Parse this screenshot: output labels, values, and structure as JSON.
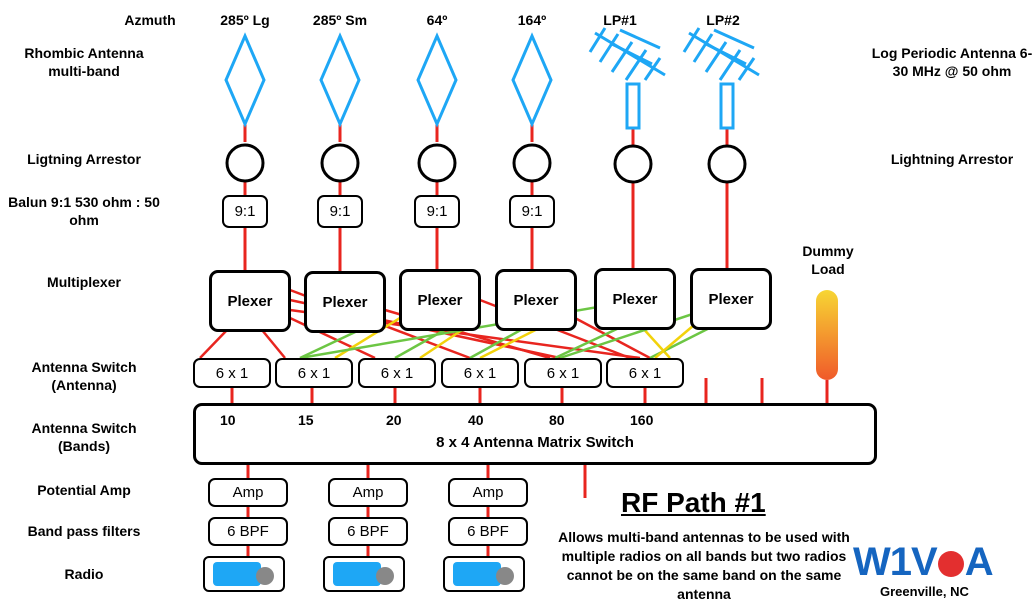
{
  "headers": {
    "azimuth": "Azmuth",
    "columns": [
      "285º Lg",
      "285º Sm",
      "64º",
      "164º",
      "LP#1",
      "LP#2"
    ]
  },
  "left_labels": {
    "rhombic": "Rhombic Antenna multi-band",
    "arrestor": "Ligtning Arrestor",
    "balun": "Balun 9:1 530 ohm : 50 ohm",
    "multiplexer": "Multiplexer",
    "switch_antenna": "Antenna Switch (Antenna)",
    "switch_bands": "Antenna Switch (Bands)",
    "amp": "Potential Amp",
    "bpf": "Band pass filters",
    "radio": "Radio"
  },
  "right_labels": {
    "log_periodic": "Log Periodic Antenna 6-30 MHz @ 50 ohm",
    "arrestor": "Lightning Arrestor",
    "dummy_load": "Dummy Load"
  },
  "balun_label": "9:1",
  "plexer_label": "Plexer",
  "switch_label": "6 x 1",
  "matrix": {
    "label": "8 x 4 Antenna Matrix Switch",
    "bands": [
      "10",
      "15",
      "20",
      "40",
      "80",
      "160"
    ]
  },
  "amp_label": "Amp",
  "bpf_label": "6 BPF",
  "panel": {
    "title": "RF Path #1",
    "description": "Allows multi-band antennas to be used with multiple radios on all bands but two radios cannot be on the same band on the same antenna"
  },
  "logo": {
    "prefix": "W1V",
    "suffix": "A",
    "location": "Greenville, NC"
  },
  "colors": {
    "antenna": "#1ea7f5",
    "line_red": "#e8251f",
    "line_green": "#6cc644",
    "line_yellow": "#f2d20b",
    "logo_blue": "#1565c0",
    "logo_red": "#e32f2f",
    "dummy_top": "#f7d633",
    "dummy_bottom": "#f05a2a"
  }
}
